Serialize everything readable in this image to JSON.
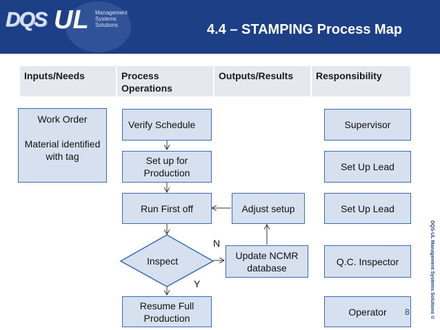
{
  "header": {
    "logo_dqs": "DQS",
    "logo_ul": "UL",
    "logo_sub": [
      "Management",
      "Systems",
      "Solutions"
    ],
    "title": "4.4 – STAMPING Process Map"
  },
  "columns": [
    "Inputs/Needs",
    "Process Operations",
    "Outputs/Results",
    "Responsibility"
  ],
  "inputs": {
    "line1": "Work Order",
    "line2": "Material identified with tag"
  },
  "process": {
    "verify": "Verify Schedule",
    "setup": "Set up for Production",
    "run": "Run First off",
    "inspect": "Inspect",
    "resume": "Resume Full Production"
  },
  "outputs": {
    "adjust": "Adjust setup",
    "ncmr": "Update NCMR database"
  },
  "responsibility": [
    "Supervisor",
    "Set Up Lead",
    "Set Up Lead",
    "Q.C. Inspector",
    "Operator"
  ],
  "decision_labels": {
    "no": "N",
    "yes": "Y"
  },
  "side_text": "DQS-UL Management Systems Solutions ©",
  "page_number": "8",
  "colors": {
    "header_bg": "#1d3f86",
    "box_fill": "#d6e0ef",
    "box_border": "#3a6ab0",
    "table_header_bg": "#e7e8ef"
  }
}
